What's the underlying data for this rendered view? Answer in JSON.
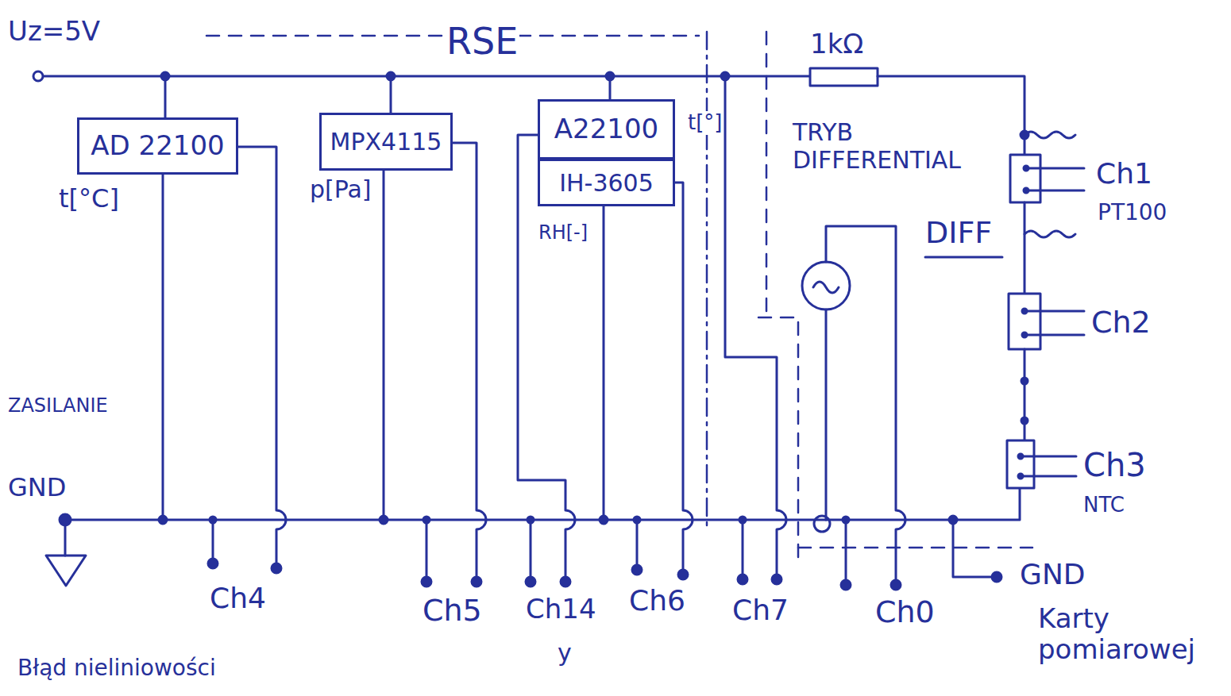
{
  "diagram": {
    "nodes": [
      {
        "text": [
          "AD 22100"
        ]
      },
      {
        "text": [
          "MPX4115"
        ]
      },
      {
        "text": [
          "A22100"
        ]
      },
      {
        "text": [
          "IH-3605"
        ]
      }
    ],
    "labels": [
      "Uz=5V",
      "RSE",
      "1kΩ",
      "t[°C]",
      "p[Pa]",
      "t[°]",
      "RH[-]",
      "TRYB DIFFERENTIAL",
      "DIFF",
      "Ch1",
      "PT100",
      "Ch2",
      "Ch3",
      "NTC",
      "ZASILANIE",
      "GND",
      "Ch4",
      "Ch5",
      "Ch14",
      "y",
      "Ch6",
      "Ch7",
      "Ch0",
      "GND",
      "Karty pomiarowej",
      "Błąd nieliniowości"
    ]
  }
}
